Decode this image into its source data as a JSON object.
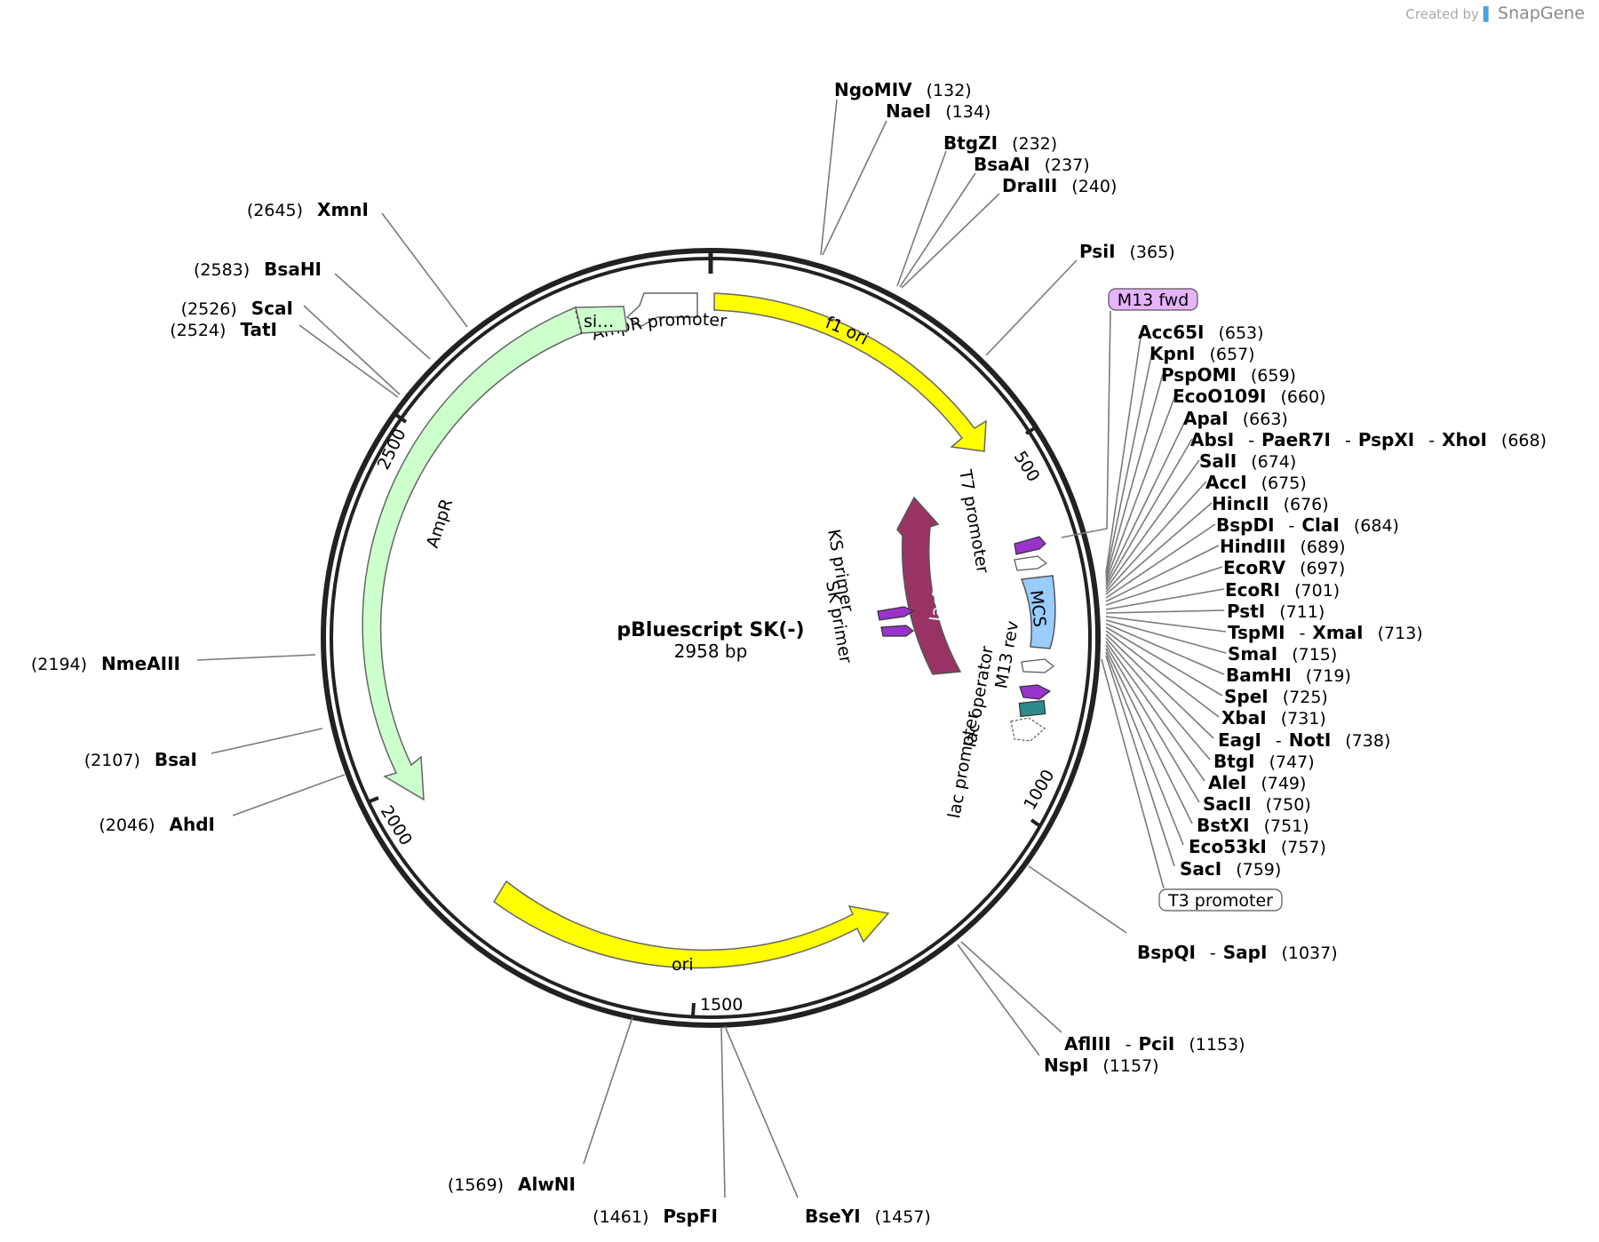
{
  "credit": {
    "created_by": "Created by",
    "brand": "SnapGene"
  },
  "plasmid": {
    "name": "pBluescript SK(-)",
    "length_label": "2958 bp",
    "length_bp": 2958
  },
  "ticks": [
    "500",
    "1000",
    "1500",
    "2000",
    "2500"
  ],
  "features": {
    "f1_ori": "f1 ori",
    "ampr_promoter": "AmpR promoter",
    "signal": "si…",
    "ampr": "AmpR",
    "ori": "ori",
    "lacza": "lacZα",
    "mcs": "MCS",
    "t7_promoter": "T7 promoter",
    "ks_primer": "KS primer",
    "sk_primer": "SK primer",
    "m13_rev": "M13 rev",
    "lac_operator": "lac operator",
    "lac_promoter": "lac promoter",
    "m13_fwd": "M13 fwd",
    "t3_promoter": "T3 promoter"
  },
  "sites": [
    {
      "name": "NgoMIV",
      "pos": "(132)"
    },
    {
      "name": "NaeI",
      "pos": "(134)"
    },
    {
      "name": "BtgZI",
      "pos": "(232)"
    },
    {
      "name": "BsaAI",
      "pos": "(237)"
    },
    {
      "name": "DraIII",
      "pos": "(240)"
    },
    {
      "name": "PsiI",
      "pos": "(365)"
    },
    {
      "name": "Acc65I",
      "pos": "(653)"
    },
    {
      "name": "KpnI",
      "pos": "(657)"
    },
    {
      "name": "PspOMI",
      "pos": "(659)"
    },
    {
      "name": "EcoO109I",
      "pos": "(660)"
    },
    {
      "name": "ApaI",
      "pos": "(663)"
    },
    {
      "name": "AbsI",
      "sep1": "-",
      "name2": "PaeR7I",
      "sep2": "-",
      "name3": "PspXI",
      "sep3": "-",
      "name4": "XhoI",
      "pos": "(668)"
    },
    {
      "name": "SalI",
      "pos": "(674)"
    },
    {
      "name": "AccI",
      "pos": "(675)"
    },
    {
      "name": "HincII",
      "pos": "(676)"
    },
    {
      "name": "BspDI",
      "sep1": "-",
      "name2": "ClaI",
      "pos": "(684)"
    },
    {
      "name": "HindIII",
      "pos": "(689)"
    },
    {
      "name": "EcoRV",
      "pos": "(697)"
    },
    {
      "name": "EcoRI",
      "pos": "(701)"
    },
    {
      "name": "PstI",
      "pos": "(711)"
    },
    {
      "name": "TspMI",
      "sep1": "-",
      "name2": "XmaI",
      "pos": "(713)"
    },
    {
      "name": "SmaI",
      "pos": "(715)"
    },
    {
      "name": "BamHI",
      "pos": "(719)"
    },
    {
      "name": "SpeI",
      "pos": "(725)"
    },
    {
      "name": "XbaI",
      "pos": "(731)"
    },
    {
      "name": "EagI",
      "sep1": "-",
      "name2": "NotI",
      "pos": "(738)"
    },
    {
      "name": "BtgI",
      "pos": "(747)"
    },
    {
      "name": "AleI",
      "pos": "(749)"
    },
    {
      "name": "SacII",
      "pos": "(750)"
    },
    {
      "name": "BstXI",
      "pos": "(751)"
    },
    {
      "name": "Eco53kI",
      "pos": "(757)"
    },
    {
      "name": "SacI",
      "pos": "(759)"
    },
    {
      "name": "BspQI",
      "sep1": "-",
      "name2": "SapI",
      "pos": "(1037)"
    },
    {
      "name": "AflIII",
      "sep1": "-",
      "name2": "PciI",
      "pos": "(1153)"
    },
    {
      "name": "NspI",
      "pos": "(1157)"
    },
    {
      "name": "BseYI",
      "pos": "(1457)"
    },
    {
      "name": "PspFI",
      "pos": "(1461)"
    },
    {
      "name": "AlwNI",
      "pos": "(1569)"
    },
    {
      "name": "AhdI",
      "pos": "(2046)"
    },
    {
      "name": "BsaI",
      "pos": "(2107)"
    },
    {
      "name": "NmeAIII",
      "pos": "(2194)"
    },
    {
      "name": "TatI",
      "pos": "(2524)"
    },
    {
      "name": "ScaI",
      "pos": "(2526)"
    },
    {
      "name": "BsaHI",
      "pos": "(2583)"
    },
    {
      "name": "XmnI",
      "pos": "(2645)"
    }
  ],
  "colors": {
    "ori": "#ffff00",
    "ampr": "#ccffcc",
    "lacz": "#993366",
    "mcs": "#99ccff",
    "primer": "#9933cc",
    "operator": "#2e8b8b",
    "m13fwd": "#e6b3ff"
  }
}
